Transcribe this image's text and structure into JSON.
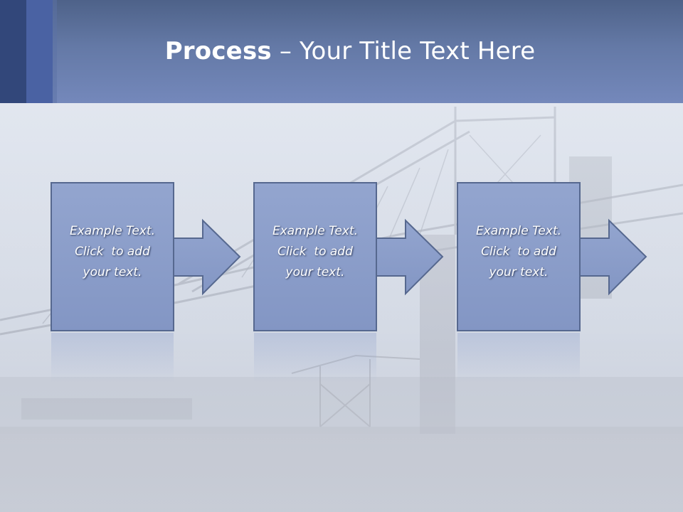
{
  "slide": {
    "title_bold": "Process",
    "title_rest": " – Your Title Text Here"
  },
  "steps": [
    {
      "line1": "Example Text.",
      "line2": "Click  to add",
      "line3": "your text."
    },
    {
      "line1": "Example Text.",
      "line2": "Click  to add",
      "line3": "your text."
    },
    {
      "line1": "Example Text.",
      "line2": "Click  to add",
      "line3": "your text."
    }
  ],
  "colors": {
    "header": "#6479a6",
    "box_fill": "#8c9fcc",
    "box_stroke": "#56688f",
    "text": "#ffffff"
  },
  "icons": {
    "arrow": "right-arrow-icon"
  }
}
